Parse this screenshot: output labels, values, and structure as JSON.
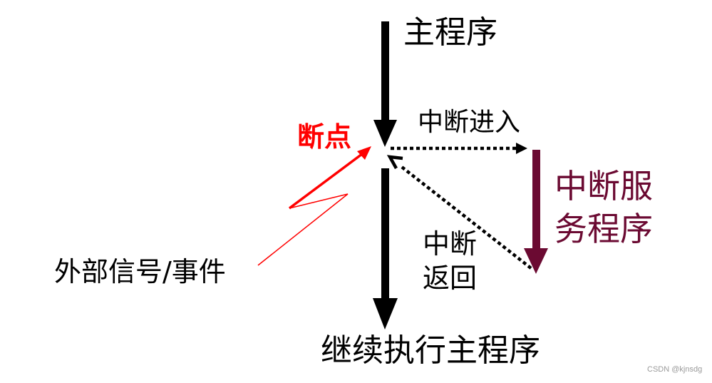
{
  "labels": {
    "main_program": "主程序",
    "interrupt_entry": "中断进入",
    "breakpoint": "断点",
    "isr_line1": "中断服",
    "isr_line2": "务程序",
    "interrupt_return_line1": "中断",
    "interrupt_return_line2": "返回",
    "external_signal": "外部信号/事件",
    "continue_main": "继续执行主程序",
    "watermark": "CSDN @kjnsdg"
  },
  "colors": {
    "main_flow": "#000000",
    "breakpoint": "#ff0000",
    "isr": "#6b0a32",
    "text": "#000000",
    "watermark": "#9a9a9a"
  }
}
